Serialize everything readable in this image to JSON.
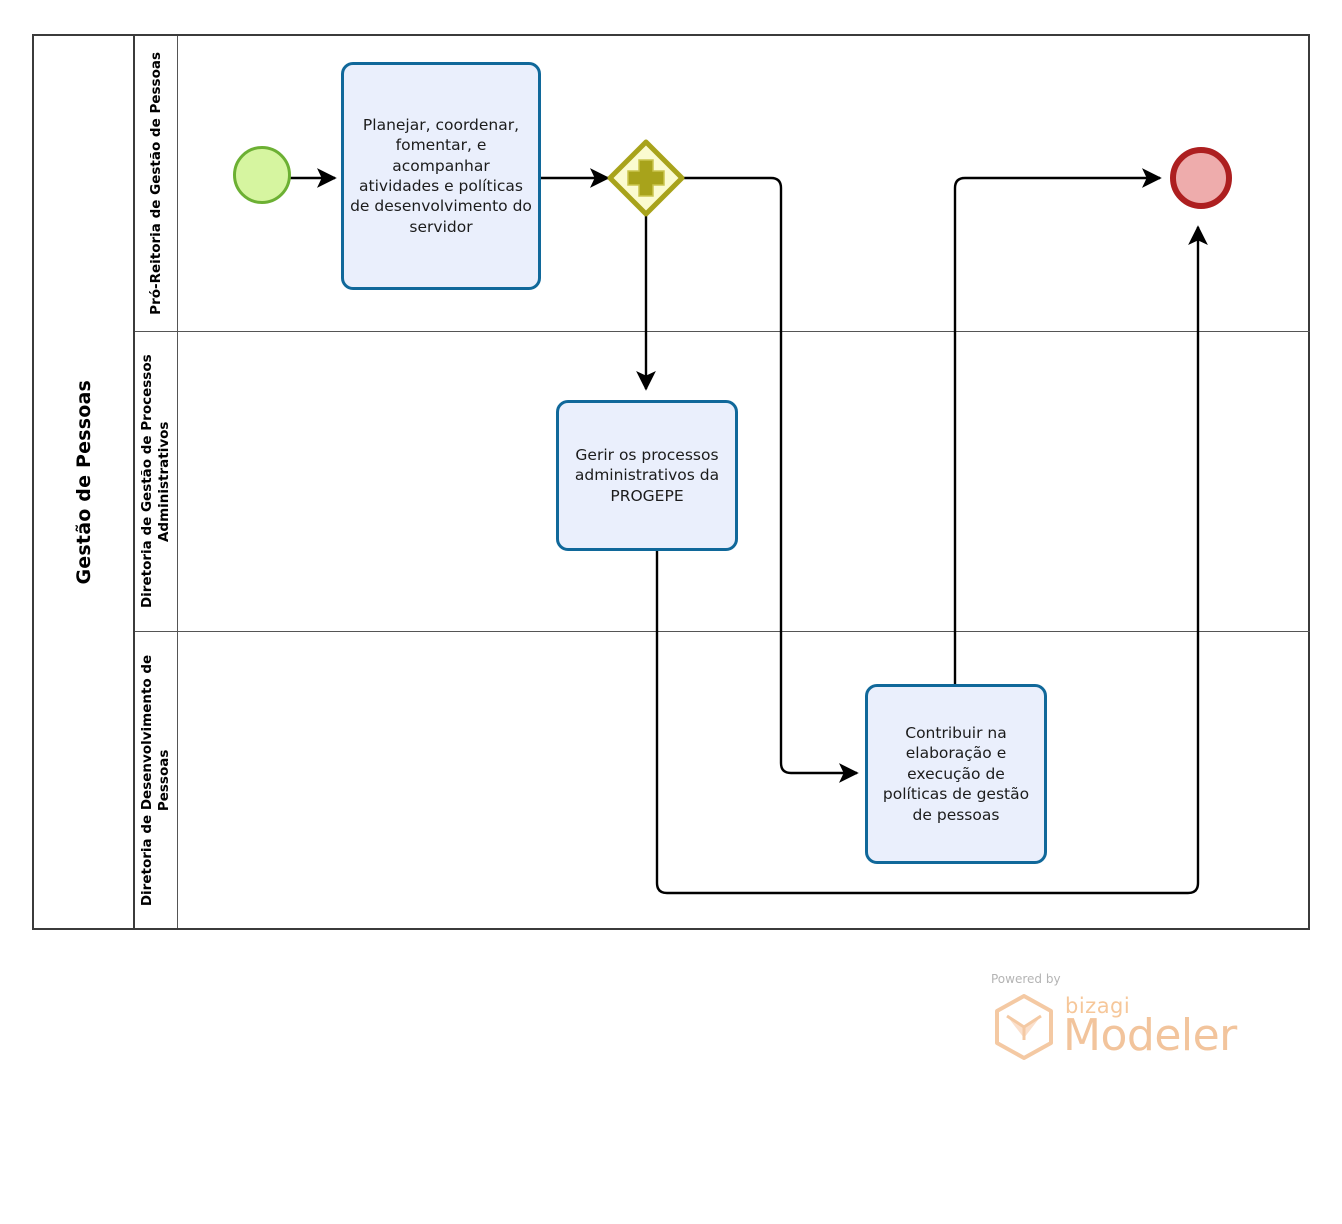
{
  "diagram": {
    "type": "bpmn-process-diagram",
    "pool": {
      "name": "Gestão de Pessoas"
    },
    "lanes": [
      {
        "id": "lane-pro-reitoria",
        "name": "Pró-Reitoria de Gestão de Pessoas"
      },
      {
        "id": "lane-diretoria-processos",
        "name": "Diretoria de Gestão de Processos Administrativos"
      },
      {
        "id": "lane-diretoria-desenvolvimento",
        "name": "Diretoria de Desenvolvimento de Pessoas"
      }
    ],
    "nodes": {
      "start_event": {
        "name": "start-event",
        "label": ""
      },
      "task_planejar": {
        "label": "Planejar, coordenar, fomentar, e acompanhar atividades e políticas de desenvolvimento do servidor"
      },
      "gateway_parallel": {
        "name": "parallel-gateway",
        "symbol": "+",
        "label": ""
      },
      "task_gerir": {
        "label": "Gerir os processos administrativos da PROGEPE"
      },
      "task_contribuir": {
        "label": "Contribuir na elaboração e execução de políticas de gestão de pessoas"
      },
      "end_event": {
        "name": "end-event",
        "label": ""
      }
    },
    "colors": {
      "start_event_fill": "#d6f5a0",
      "start_event_stroke": "#6cb033",
      "end_event_fill": "#eeacac",
      "end_event_stroke": "#ad1f20",
      "task_fill": "#eaeffc",
      "task_stroke": "#10689a",
      "gateway_fill": "#fbfbd0",
      "gateway_stroke": "#a8a31b",
      "gateway_symbol": "#a8a31b",
      "pool_border": "#3b3b3b",
      "lane_border": "#555555",
      "flow_line": "#000000",
      "brand": "#f2c49c"
    }
  },
  "branding": {
    "powered_by": "Powered by",
    "bizagi": "bizagi",
    "modeler": "Modeler"
  }
}
